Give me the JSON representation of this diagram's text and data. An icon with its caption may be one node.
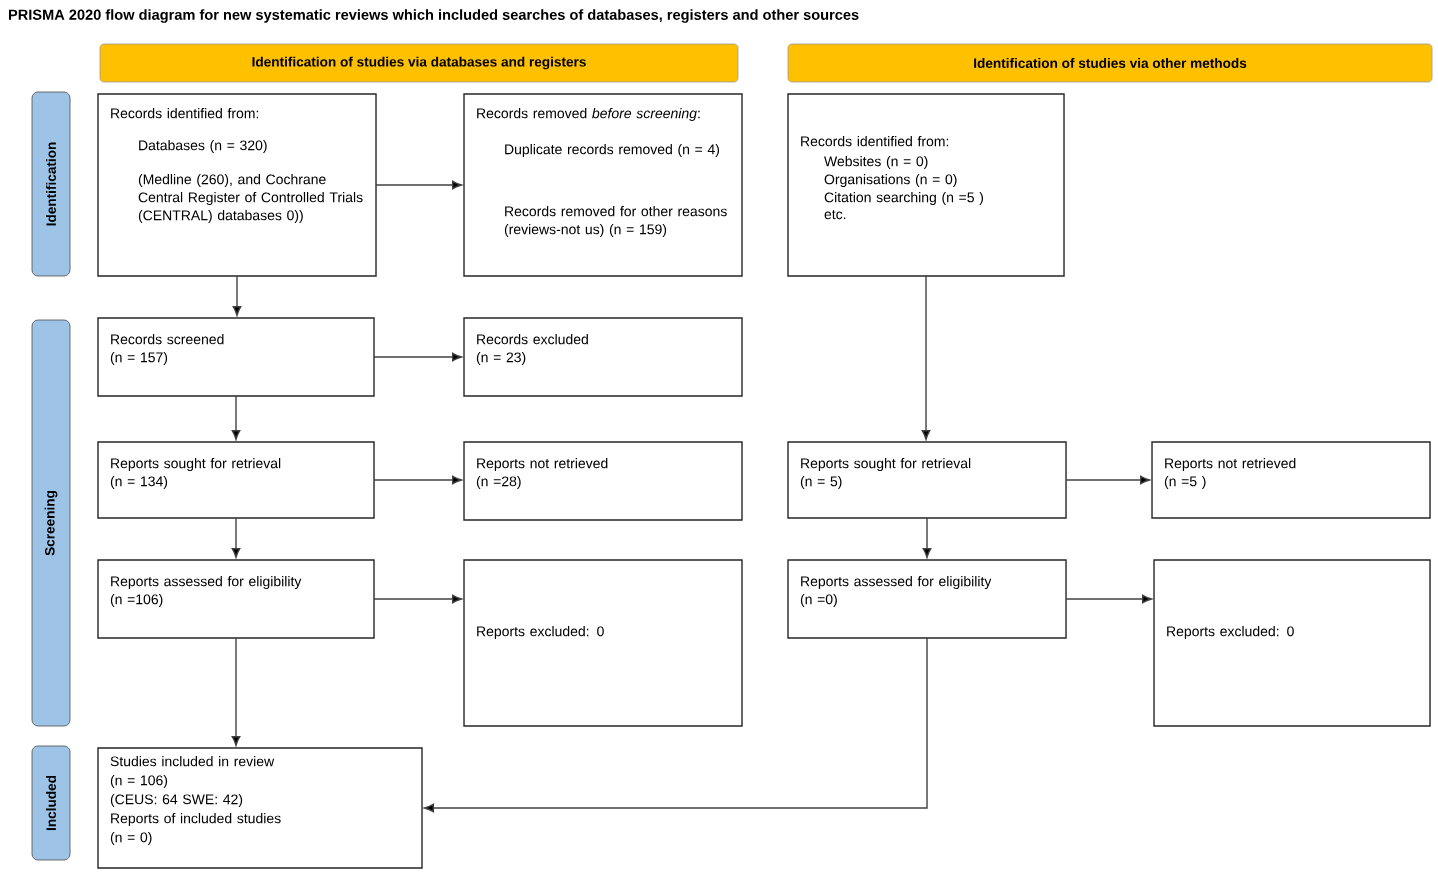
{
  "diagram": {
    "title": "PRISMA 2020 flow diagram for new systematic reviews which included searches of databases, registers and other sources",
    "nodes": [
      {
        "text": [
          "Identification of studies via databases and registers"
        ]
      },
      {
        "text": [
          "Identification of studies via other methods"
        ]
      },
      {
        "text": [
          "Identification"
        ]
      },
      {
        "text": [
          "Screening"
        ]
      },
      {
        "text": [
          "Included"
        ]
      },
      {
        "text": [
          "Records identified from:",
          "Databases (n = 320)",
          "(Medline (260), and Cochrane Central Register of Controlled Trials (CENTRAL) databases 0))"
        ]
      },
      {
        "text": [
          "Records removed *before screening*:",
          "Duplicate records removed (n = 4)",
          "Records removed for other reasons (reviews-not us) (n = 159)"
        ]
      },
      {
        "text": [
          "Records identified from:",
          "Websites (n = 0)",
          "Organisations (n = 0)",
          "Citation searching (n =5 )",
          "etc."
        ]
      },
      {
        "text": [
          "Records screened",
          "(n = 157)"
        ]
      },
      {
        "text": [
          "Records excluded",
          "(n = 23)"
        ]
      },
      {
        "text": [
          "Reports sought for retrieval",
          "(n = 134)"
        ]
      },
      {
        "text": [
          "Reports not retrieved",
          "(n =28)"
        ]
      },
      {
        "text": [
          "Reports assessed for eligibility",
          "(n =106)"
        ]
      },
      {
        "text": [
          "Reports excluded: 0"
        ]
      },
      {
        "text": [
          "Reports sought for retrieval",
          "(n = 5)"
        ]
      },
      {
        "text": [
          "Reports not retrieved",
          "(n =5 )"
        ]
      },
      {
        "text": [
          "Reports assessed for eligibility",
          "(n =0)"
        ]
      },
      {
        "text": [
          "Reports excluded: 0"
        ]
      },
      {
        "text": [
          "Studies included in review",
          "(n = 106)",
          "(CEUS: 64 SWE: 42)",
          "Reports of included studies",
          "(n = 0)"
        ]
      }
    ],
    "edges": [
      {
        "from": 5,
        "to": 6,
        "arrow": "to"
      },
      {
        "from": 5,
        "to": 8,
        "arrow": "to"
      },
      {
        "from": 8,
        "to": 9,
        "arrow": "to"
      },
      {
        "from": 8,
        "to": 10,
        "arrow": "to"
      },
      {
        "from": 10,
        "to": 11,
        "arrow": "to"
      },
      {
        "from": 10,
        "to": 12,
        "arrow": "to"
      },
      {
        "from": 12,
        "to": 13,
        "arrow": "to"
      },
      {
        "from": 12,
        "to": 18,
        "arrow": "to"
      },
      {
        "from": 7,
        "to": 14,
        "arrow": "to"
      },
      {
        "from": 14,
        "to": 15,
        "arrow": "to"
      },
      {
        "from": 14,
        "to": 16,
        "arrow": "to"
      },
      {
        "from": 16,
        "to": 17,
        "arrow": "to"
      },
      {
        "from": 16,
        "to": 18,
        "arrow": "to"
      }
    ]
  }
}
